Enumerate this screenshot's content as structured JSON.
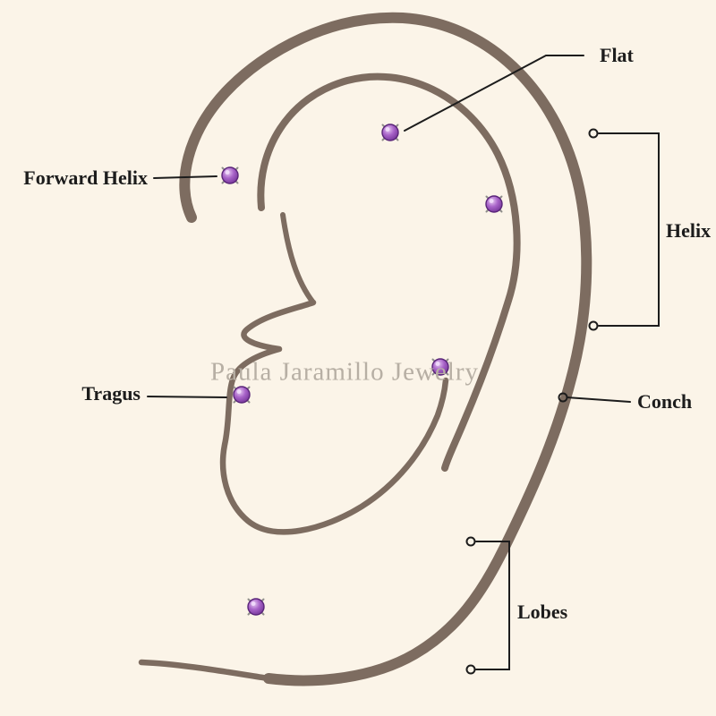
{
  "diagram": {
    "watermark": "Paula Jaramillo Jewelry",
    "labels": {
      "flat": "Flat",
      "forward_helix": "Forward Helix",
      "helix": "Helix",
      "conch": "Conch",
      "tragus": "Tragus",
      "lobes": "Lobes"
    },
    "annotations": [
      {
        "id": "flat",
        "label": "Flat",
        "connector": "line"
      },
      {
        "id": "forward_helix",
        "label": "Forward Helix",
        "connector": "line"
      },
      {
        "id": "helix",
        "label": "Helix",
        "connector": "bracket"
      },
      {
        "id": "conch",
        "label": "Conch",
        "connector": "line"
      },
      {
        "id": "tragus",
        "label": "Tragus",
        "connector": "line"
      },
      {
        "id": "lobes",
        "label": "Lobes",
        "connector": "bracket"
      }
    ]
  },
  "colors": {
    "background": "#fbf4e8",
    "ink": "#1c1c1c",
    "ear-stroke": "#7d6c60",
    "watermark": "#b7afa4",
    "gem-purple": "#8e4bab"
  }
}
